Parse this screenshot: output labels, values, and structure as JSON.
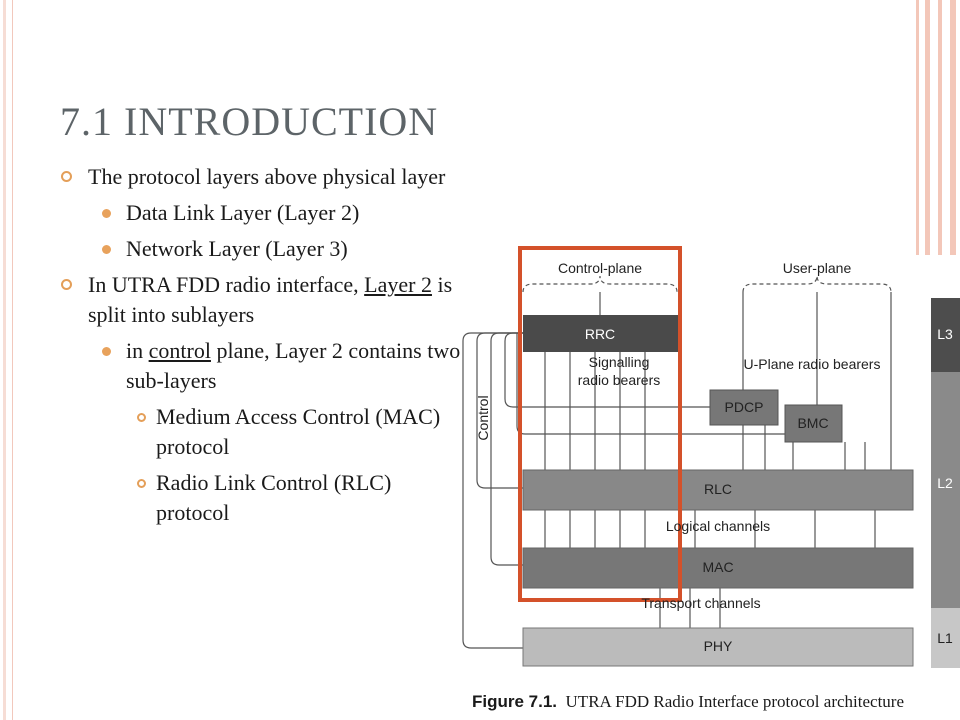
{
  "slide": {
    "title": "7.1 INTRODUCTION",
    "bullets": {
      "b1": "The protocol layers above physical layer",
      "b1_1": "Data Link Layer (Layer 2)",
      "b1_2": "Network Layer (Layer 3)",
      "b2_pre": "In UTRA FDD radio interface, ",
      "b2_ul": "Layer 2",
      "b2_post": " is split into sublayers",
      "b2_1_pre": "in ",
      "b2_1_ul": "control",
      "b2_1_post": " plane, Layer 2 contains two sub-layers",
      "b2_1_1": "Medium Access Control (MAC) protocol",
      "b2_1_2": "Radio Link Control (RLC) protocol"
    }
  },
  "figure": {
    "control_plane": "Control-plane",
    "user_plane": "User-plane",
    "rrc": "RRC",
    "signalling_1": "Signalling",
    "signalling_2": "radio bearers",
    "uplane_bearers": "U-Plane radio bearers",
    "pdcp": "PDCP",
    "bmc": "BMC",
    "control": "Control",
    "rlc": "RLC",
    "logical": "Logical channels",
    "mac": "MAC",
    "transport": "Transport channels",
    "phy": "PHY",
    "l3": "L3",
    "l2": "L2",
    "l1": "L1",
    "highlight_color": "#d4512a",
    "caption_fig": "Figure 7.1.",
    "caption_text": "UTRA FDD Radio Interface protocol architecture"
  }
}
